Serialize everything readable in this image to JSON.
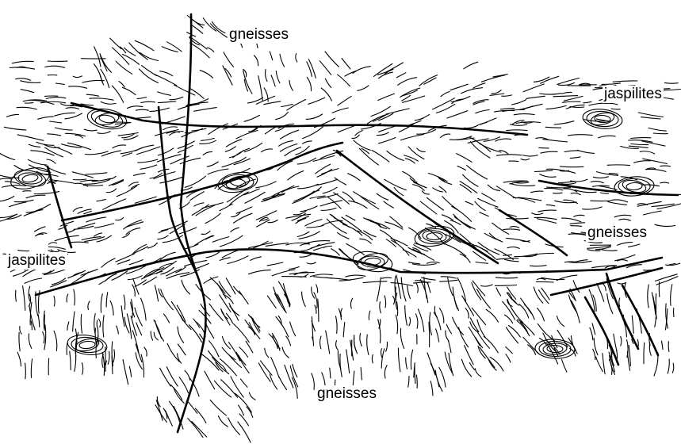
{
  "labels": {
    "gneisses_top": "gneisses",
    "jaspilites_right": "jaspilites",
    "jaspilites_left": "jaspilites",
    "gneisses_right": "gneisses",
    "gneisses_bottom": "gneisses"
  },
  "colors": {
    "ink": "#000000",
    "background": "#ffffff"
  }
}
